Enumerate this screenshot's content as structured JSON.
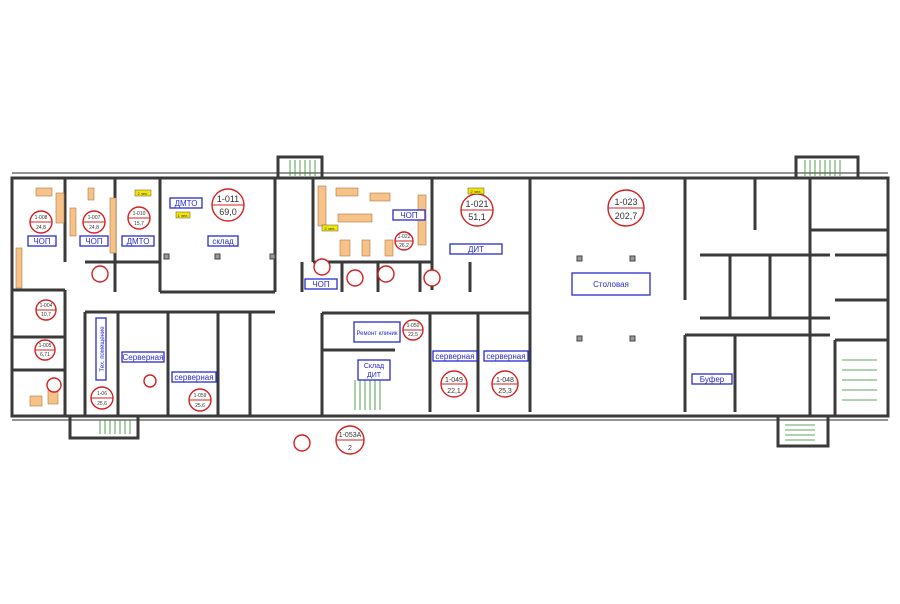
{
  "plan": {
    "rooms": [
      {
        "number": "1-011",
        "area": "69,0"
      },
      {
        "number": "1-021",
        "area": "51,1"
      },
      {
        "number": "1-023",
        "area": "202,7"
      },
      {
        "number": "1-049",
        "area": "22,1"
      },
      {
        "number": "1-048",
        "area": "25,3"
      },
      {
        "number": "1-053A",
        "area": "2"
      },
      {
        "number": "1-010",
        "area": "15,7"
      },
      {
        "number": "1-008",
        "area": "24,8"
      },
      {
        "number": "1-007",
        "area": "24,8"
      },
      {
        "number": "1-004",
        "area": "10,7"
      },
      {
        "number": "1-005",
        "area": "6,71"
      },
      {
        "number": "1-06",
        "area": "25,6"
      },
      {
        "number": "1-059",
        "area": "25,6"
      },
      {
        "number": "1-050",
        "area": "22,5"
      },
      {
        "number": "1-022",
        "area": "26,2"
      }
    ],
    "labels": {
      "chop": "ЧОП",
      "dmto": "ДМТО",
      "sklad": "склад",
      "dit": "ДИТ",
      "stolovaya": "Столовая",
      "servernaya_cap": "Серверная",
      "servernaya": "серверная",
      "bufet": "Буфер",
      "remont": "Ремонт клиник",
      "sklad_dit_1": "Склад",
      "sklad_dit_2": "ДИТ",
      "tech": "Тех. помещение",
      "persons_2": "2 чел.",
      "persons_1": "1 чел."
    }
  }
}
